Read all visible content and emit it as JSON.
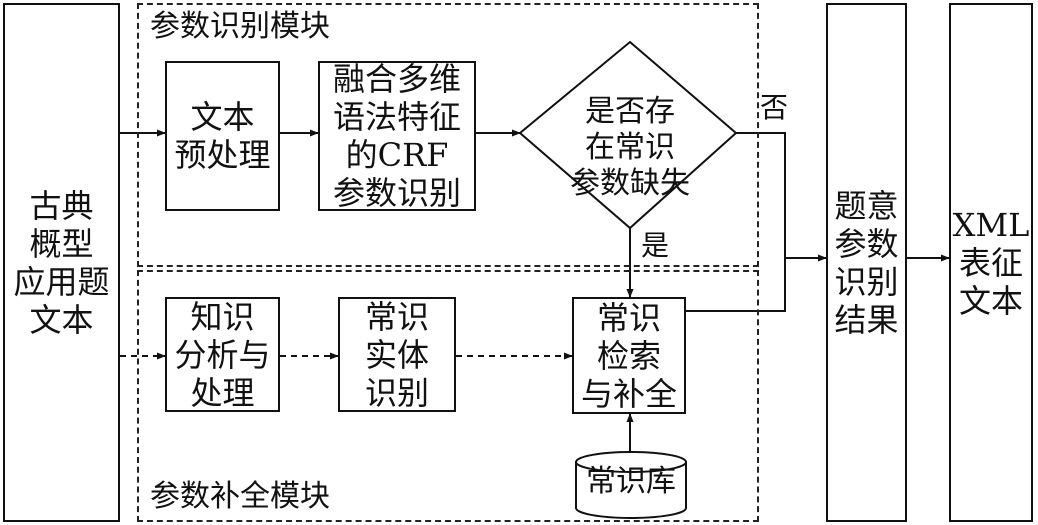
{
  "modules": {
    "param_recognition": "参数识别模块",
    "param_completion": "参数补全模块"
  },
  "nodes": {
    "input_text": "古典\n概型\n应用题\n文本",
    "preprocess": "文本\n预处理",
    "crf_recognition": "融合多维\n语法特征\n的CRF\n参数识别",
    "decision": "是否存\n在常识\n参数缺失",
    "knowledge_analysis": "知识\n分析与\n处理",
    "entity_recognition": "常识\n实体\n识别",
    "retrieval_completion": "常识\n检索\n与补全",
    "knowledge_base": "常识库",
    "recognition_result": "题意\n参数\n识别\n结果",
    "xml_text": "XML\n表征\n文本"
  },
  "edge_labels": {
    "no": "否",
    "yes": "是"
  }
}
